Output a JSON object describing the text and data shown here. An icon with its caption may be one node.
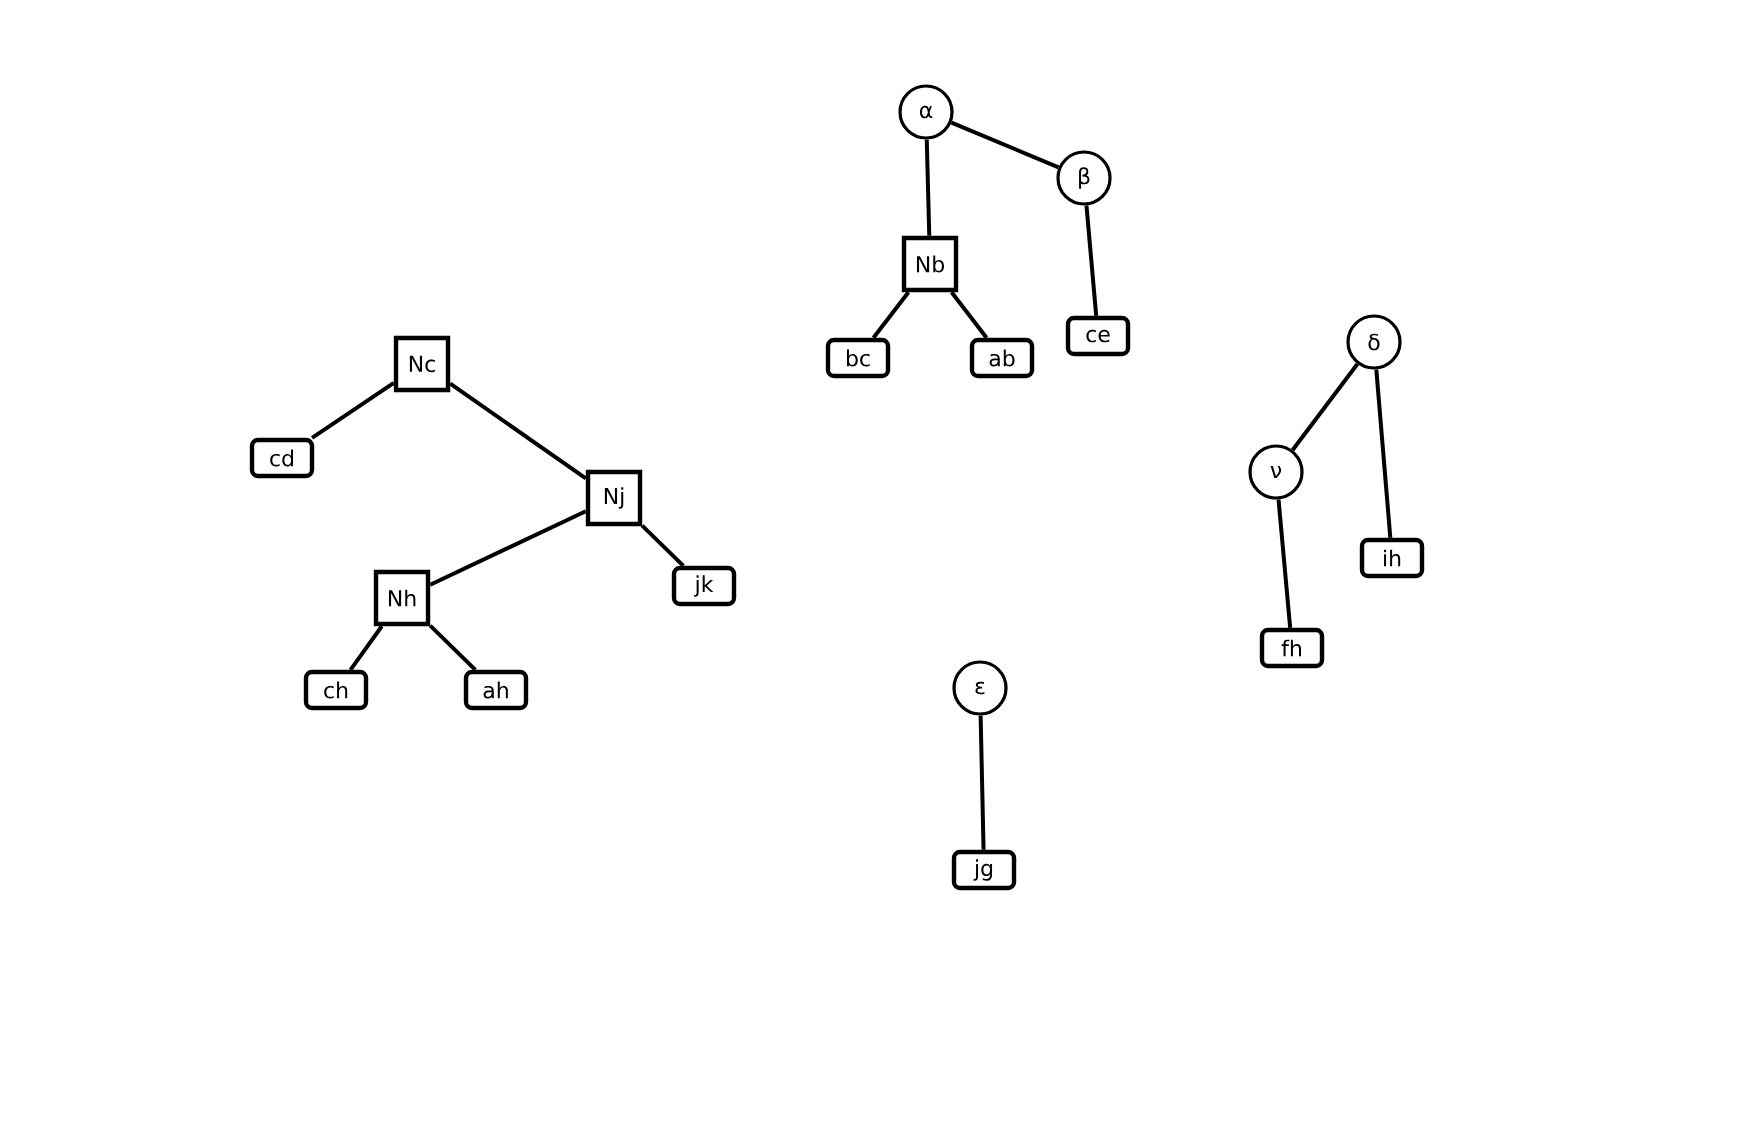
{
  "diagram": {
    "nodes": [
      {
        "text": [
          "α"
        ]
      },
      {
        "text": [
          "β"
        ]
      },
      {
        "text": [
          "Nb"
        ]
      },
      {
        "text": [
          "bc"
        ]
      },
      {
        "text": [
          "ab"
        ]
      },
      {
        "text": [
          "ce"
        ]
      },
      {
        "text": [
          "Nc"
        ]
      },
      {
        "text": [
          "cd"
        ]
      },
      {
        "text": [
          "δ"
        ]
      },
      {
        "text": [
          "ν"
        ]
      },
      {
        "text": [
          "Nj"
        ]
      },
      {
        "text": [
          "jk"
        ]
      },
      {
        "text": [
          "ih"
        ]
      },
      {
        "text": [
          "Nh"
        ]
      },
      {
        "text": [
          "ch"
        ]
      },
      {
        "text": [
          "ah"
        ]
      },
      {
        "text": [
          "fh"
        ]
      },
      {
        "text": [
          "ε"
        ]
      },
      {
        "text": [
          "jg"
        ]
      }
    ],
    "edges": [
      {
        "from": 0,
        "to": 1,
        "arrow": "none"
      },
      {
        "from": 0,
        "to": 2,
        "arrow": "none"
      },
      {
        "from": 1,
        "to": 5,
        "arrow": "none"
      },
      {
        "from": 2,
        "to": 3,
        "arrow": "none"
      },
      {
        "from": 2,
        "to": 4,
        "arrow": "none"
      },
      {
        "from": 6,
        "to": 7,
        "arrow": "none"
      },
      {
        "from": 6,
        "to": 10,
        "arrow": "none"
      },
      {
        "from": 10,
        "to": 13,
        "arrow": "none"
      },
      {
        "from": 10,
        "to": 11,
        "arrow": "none"
      },
      {
        "from": 13,
        "to": 14,
        "arrow": "none"
      },
      {
        "from": 13,
        "to": 15,
        "arrow": "none"
      },
      {
        "from": 8,
        "to": 9,
        "arrow": "none"
      },
      {
        "from": 8,
        "to": 12,
        "arrow": "none"
      },
      {
        "from": 9,
        "to": 16,
        "arrow": "none"
      },
      {
        "from": 17,
        "to": 18,
        "arrow": "none"
      }
    ]
  }
}
